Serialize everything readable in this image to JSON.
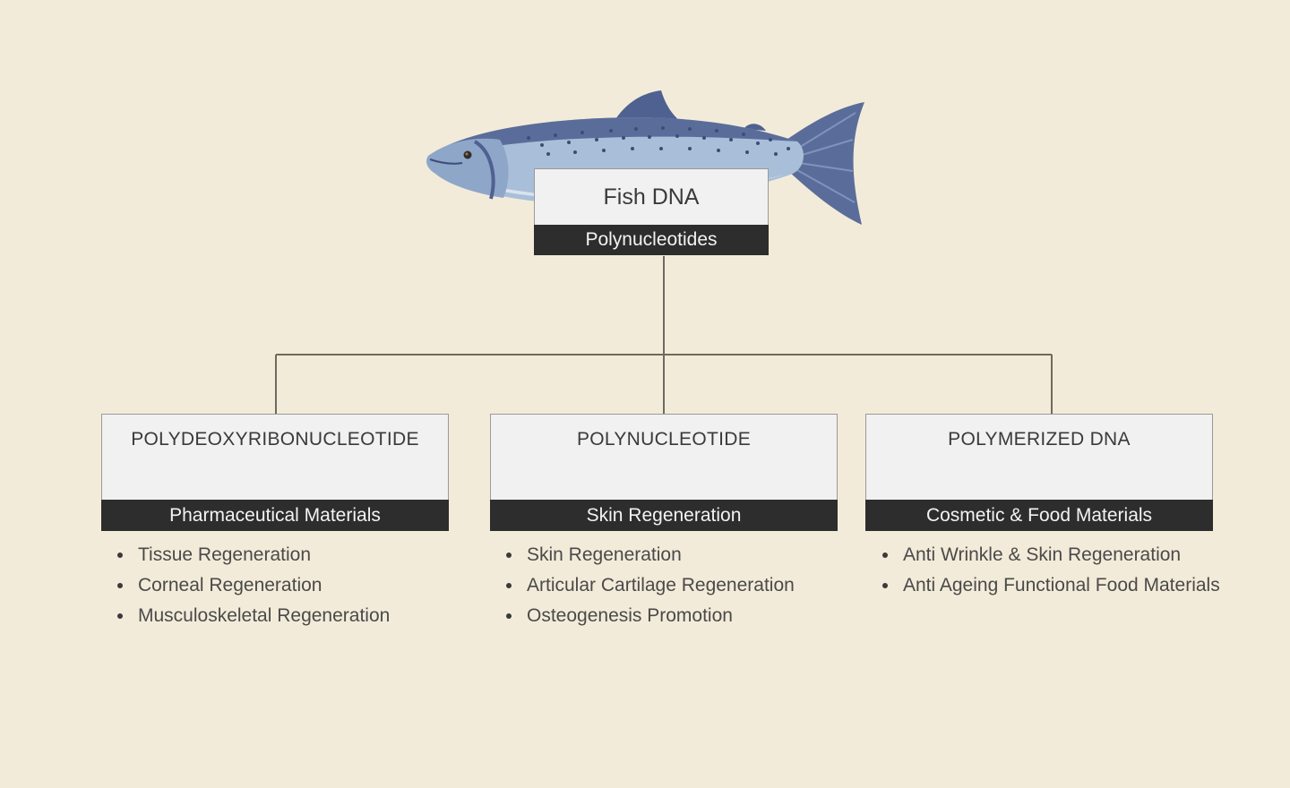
{
  "root": {
    "title": "Fish DNA",
    "subtitle": "Polynucleotides",
    "illustration": "salmon-illustration"
  },
  "branches": [
    {
      "title": "POLYDEOXYRIBONUCLEOTIDE",
      "category": "Pharmaceutical Materials",
      "items": [
        "Tissue Regeneration",
        "Corneal Regeneration",
        "Musculoskeletal Regeneration"
      ]
    },
    {
      "title": "POLYNUCLEOTIDE",
      "category": "Skin Regeneration",
      "items": [
        "Skin Regeneration",
        "Articular Cartilage Regeneration",
        "Osteogenesis Promotion"
      ]
    },
    {
      "title": "POLYMERIZED DNA",
      "category": "Cosmetic & Food Materials",
      "items": [
        "Anti Wrinkle & Skin Regeneration",
        "Anti Ageing Functional Food Materials"
      ]
    }
  ],
  "colors": {
    "background": "#f3ebd9",
    "box_fill": "#f1f1f1",
    "label_bar": "#2d2d2d",
    "connector": "#6f6a5e",
    "fish_body": "#a9bfd9",
    "fish_back": "#5a6d9a"
  }
}
